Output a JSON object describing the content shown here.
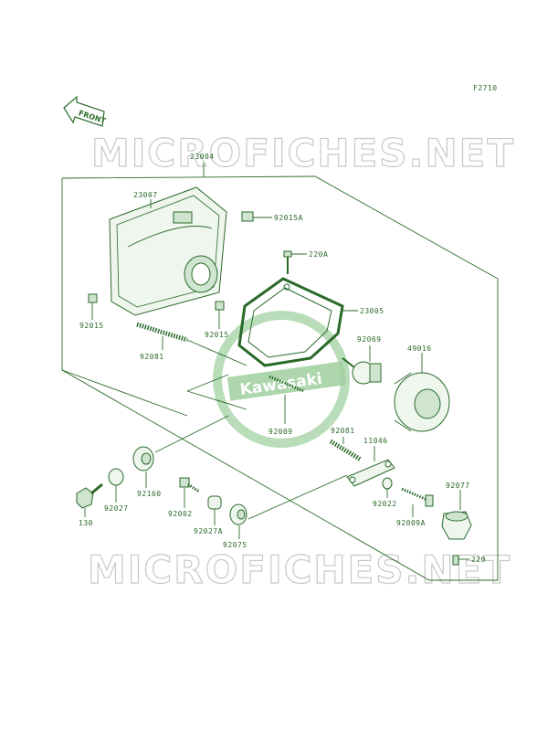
{
  "figure_code": "F2710",
  "front_label": "FRONT",
  "watermark": "MICROFICHES.NET",
  "logo_text": "Kawasaki",
  "part_labels": {
    "p23004": "23004",
    "p23007": "23007",
    "p92015A": "92015A",
    "p220A": "220A",
    "p23005": "23005",
    "p92015_left": "92015",
    "p92015_mid": "92015",
    "p92081_top": "92081",
    "p92069": "92069",
    "p49016": "49016",
    "p92009": "92009",
    "p92081_bot": "92081",
    "p11046": "11046",
    "p92077": "92077",
    "p130": "130",
    "p92027": "92027",
    "p92160": "92160",
    "p92002": "92002",
    "p92027A": "92027A",
    "p92075": "92075",
    "p92022": "92022",
    "p92009A": "92009A",
    "p220": "220"
  },
  "colors": {
    "line": "#2a6a2a",
    "watermark": "#c8c8c8",
    "logo": "#7fbf7f"
  }
}
